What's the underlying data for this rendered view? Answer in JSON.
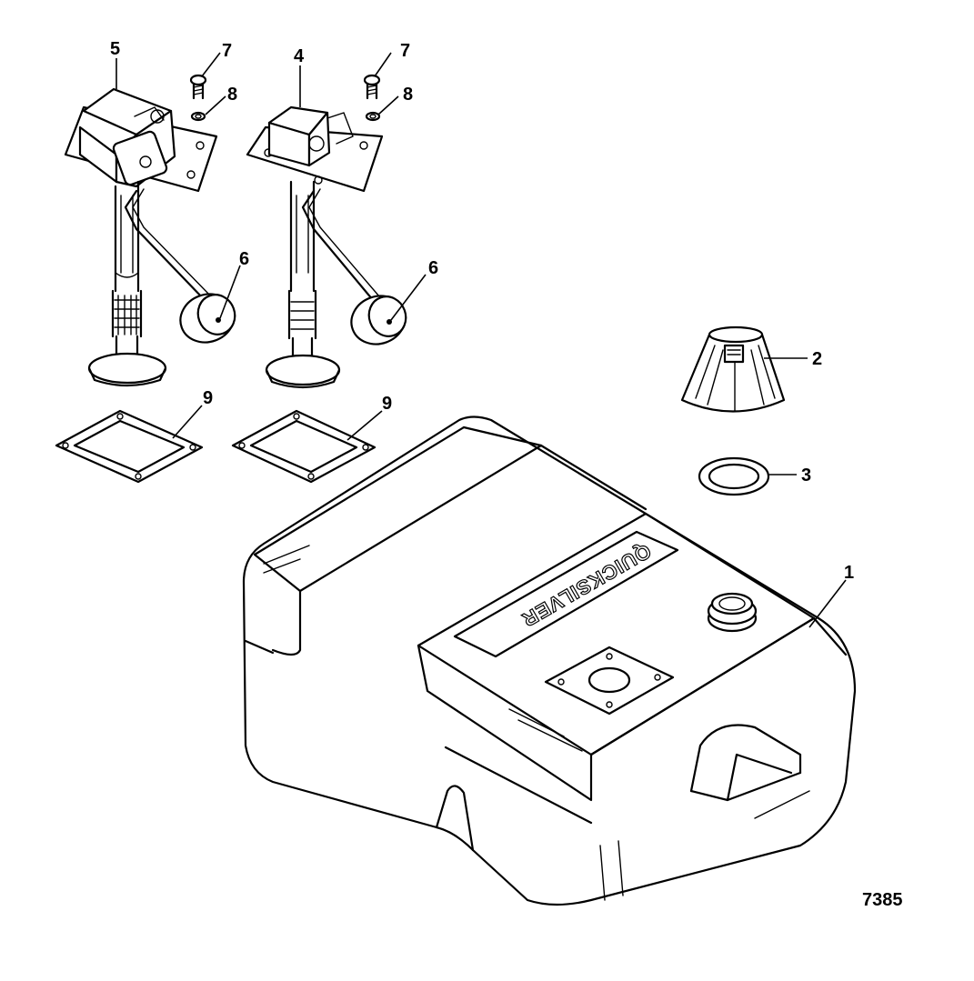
{
  "figure": {
    "figure_number": "7385",
    "brand_logo": "QUICKSILVER"
  },
  "callouts": [
    {
      "id": "c5a",
      "label": "5"
    },
    {
      "id": "c7a",
      "label": "7"
    },
    {
      "id": "c8a",
      "label": "8"
    },
    {
      "id": "c4",
      "label": "4"
    },
    {
      "id": "c7b",
      "label": "7"
    },
    {
      "id": "c8b",
      "label": "8"
    },
    {
      "id": "c6a",
      "label": "6"
    },
    {
      "id": "c6b",
      "label": "6"
    },
    {
      "id": "c2",
      "label": "2"
    },
    {
      "id": "c9a",
      "label": "9"
    },
    {
      "id": "c9b",
      "label": "9"
    },
    {
      "id": "c3",
      "label": "3"
    },
    {
      "id": "c1",
      "label": "1"
    }
  ]
}
